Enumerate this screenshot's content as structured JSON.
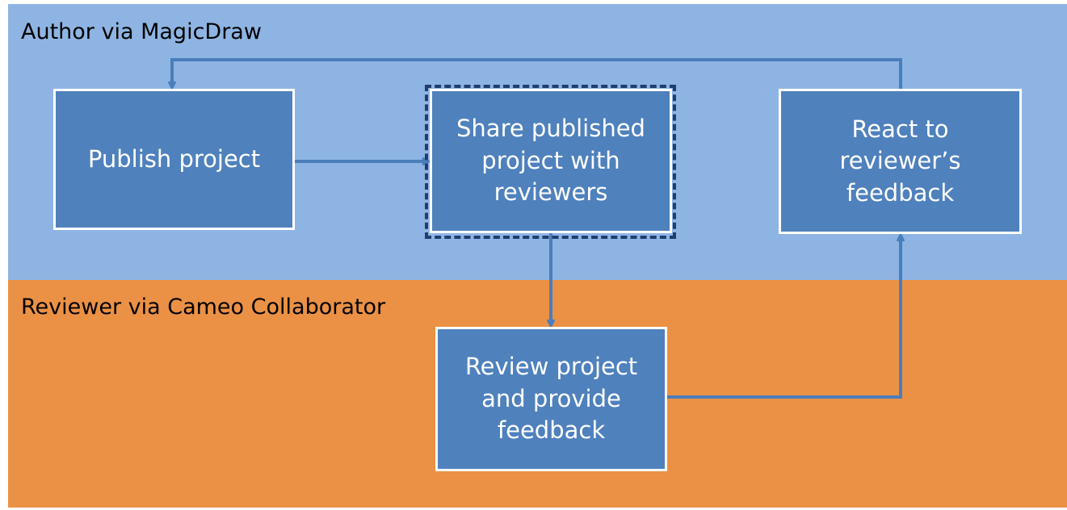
{
  "lanes": [
    {
      "title": "Author via MagicDraw",
      "color": "#8eb4e3"
    },
    {
      "title": "Reviewer via Cameo Collaborator",
      "color": "#eb9145"
    }
  ],
  "steps": [
    {
      "lines": [
        "Publish project"
      ]
    },
    {
      "lines": [
        "Share published",
        "project with",
        "reviewers"
      ]
    },
    {
      "lines": [
        "React to",
        "reviewer’s",
        "feedback"
      ]
    },
    {
      "lines": [
        "Review project",
        "and provide",
        "feedback"
      ]
    }
  ],
  "colors": {
    "step_fill": "#4f81bd",
    "step_border": "#ffffff",
    "connector": "#4a7ebb",
    "highlight_border": "#1f3e6e"
  }
}
